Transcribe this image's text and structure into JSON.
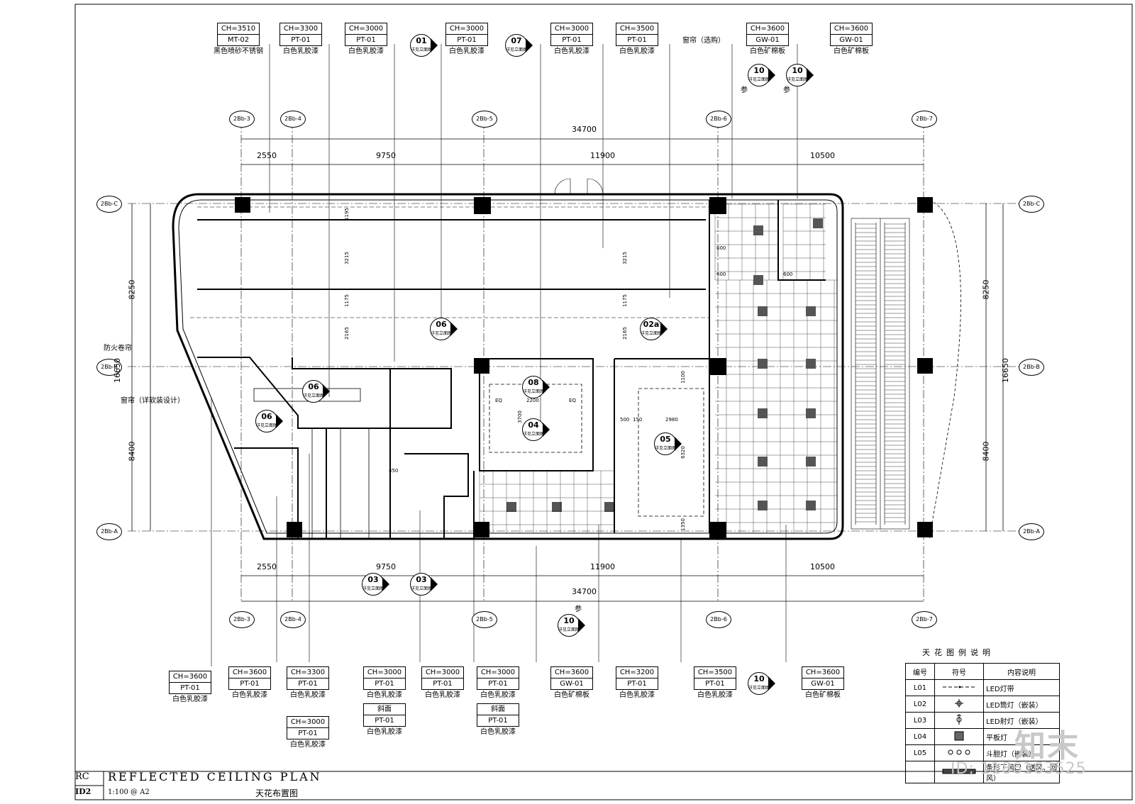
{
  "plan": {
    "title_en": "REFLECTED  CEILING  PLAN",
    "title_cn": "天花布置图",
    "drawing_code": "RC",
    "drawing_no": "ID2",
    "scale": "1:100 @ A2"
  },
  "grid": {
    "columns": [
      "2Bb-3",
      "2Bb-4",
      "2Bb-5",
      "2Bb-6",
      "2Bb-7"
    ],
    "rows": [
      "2Bb-C",
      "2Bb-B",
      "2Bb-A"
    ]
  },
  "dimensions": {
    "overall": "34700",
    "spans": [
      "2550",
      "9750",
      "11900",
      "10500"
    ],
    "vertical_overall": "16650",
    "vertical_spans": [
      "8250",
      "8400"
    ],
    "inner": [
      "1195",
      "3215",
      "1175",
      "2165",
      "3215",
      "1175",
      "2165",
      "600",
      "600",
      "600",
      "2200",
      "3700",
      "2980",
      "6320",
      "1100",
      "1350",
      "450",
      "500",
      "150",
      "EQ",
      "EQ"
    ]
  },
  "top_tags": [
    {
      "ch": "CH=3510",
      "code": "MT-02",
      "material": "黑色喷砂不锈钢"
    },
    {
      "ch": "CH=3300",
      "code": "PT-01",
      "material": "白色乳胶漆"
    },
    {
      "ch": "CH=3000",
      "code": "PT-01",
      "material": "白色乳胶漆"
    },
    {
      "ch": "CH=3000",
      "code": "PT-01",
      "material": "白色乳胶漆"
    },
    {
      "ch": "CH=3000",
      "code": "PT-01",
      "material": "白色乳胶漆"
    },
    {
      "ch": "CH=3500",
      "code": "PT-01",
      "material": "白色乳胶漆"
    },
    {
      "ch": "CH=3600",
      "code": "GW-01",
      "material": "白色矿棉板"
    },
    {
      "ch": "CH=3600",
      "code": "GW-01",
      "material": "白色矿棉板"
    }
  ],
  "bottom_tags": [
    {
      "ch": "CH=3600",
      "code": "PT-01",
      "material": "白色乳胶漆"
    },
    {
      "ch": "CH=3600",
      "code": "PT-01",
      "material": "白色乳胶漆"
    },
    {
      "ch": "CH=3300",
      "code": "PT-01",
      "material": "白色乳胶漆"
    },
    {
      "ch": "CH=3000",
      "code": "PT-01",
      "material": "白色乳胶漆"
    },
    {
      "ch": "CH=3000",
      "code": "PT-01",
      "material": "白色乳胶漆"
    },
    {
      "ch": "CH=3000",
      "code": "PT-01",
      "material": "白色乳胶漆"
    },
    {
      "ch": "CH=3600",
      "code": "GW-01",
      "material": "白色矿棉板"
    },
    {
      "ch": "CH=3200",
      "code": "PT-01",
      "material": "白色乳胶漆"
    },
    {
      "ch": "CH=3500",
      "code": "PT-01",
      "material": "白色乳胶漆"
    },
    {
      "ch": "CH=3600",
      "code": "GW-01",
      "material": "白色矿棉板"
    }
  ],
  "extra_tags": [
    {
      "ch": "CH=3000",
      "code": "PT-01",
      "material": "白色乳胶漆"
    },
    {
      "ch": "斜面",
      "code": "PT-01",
      "material": "白色乳胶漆"
    },
    {
      "ch": "斜面",
      "code": "PT-01",
      "material": "白色乳胶漆"
    }
  ],
  "annotations": {
    "curtain_top": "窗帘（选购）",
    "fire_shutter": "防火卷帘",
    "curtain_left": "窗帘（详软装设计）",
    "ref": "参"
  },
  "section_marks": [
    "01",
    "07",
    "10",
    "10",
    "06",
    "02a",
    "06",
    "06",
    "08",
    "04",
    "05",
    "03",
    "03",
    "10",
    "10"
  ],
  "section_ref_text": "详见立面图",
  "legend": {
    "title": "天花图例说明",
    "headers": [
      "编号",
      "符号",
      "内容说明"
    ],
    "rows": [
      {
        "code": "L01",
        "desc": "LED灯带",
        "symbol": "dash-line-icon"
      },
      {
        "code": "L02",
        "desc": "LED筒灯（嵌装）",
        "symbol": "downlight-icon"
      },
      {
        "code": "L03",
        "desc": "LED射灯（嵌装）",
        "symbol": "spotlight-icon"
      },
      {
        "code": "L04",
        "desc": "平板灯",
        "symbol": "panel-light-icon"
      },
      {
        "code": "L05",
        "desc": "斗胆灯（嵌装）",
        "symbol": "grille-light-icon"
      },
      {
        "code": "",
        "desc": "条形下风口（送风、回风）",
        "symbol": "linear-diffuser-icon"
      }
    ]
  },
  "watermark": {
    "brand": "知末",
    "id": "ID: 1186163525"
  }
}
